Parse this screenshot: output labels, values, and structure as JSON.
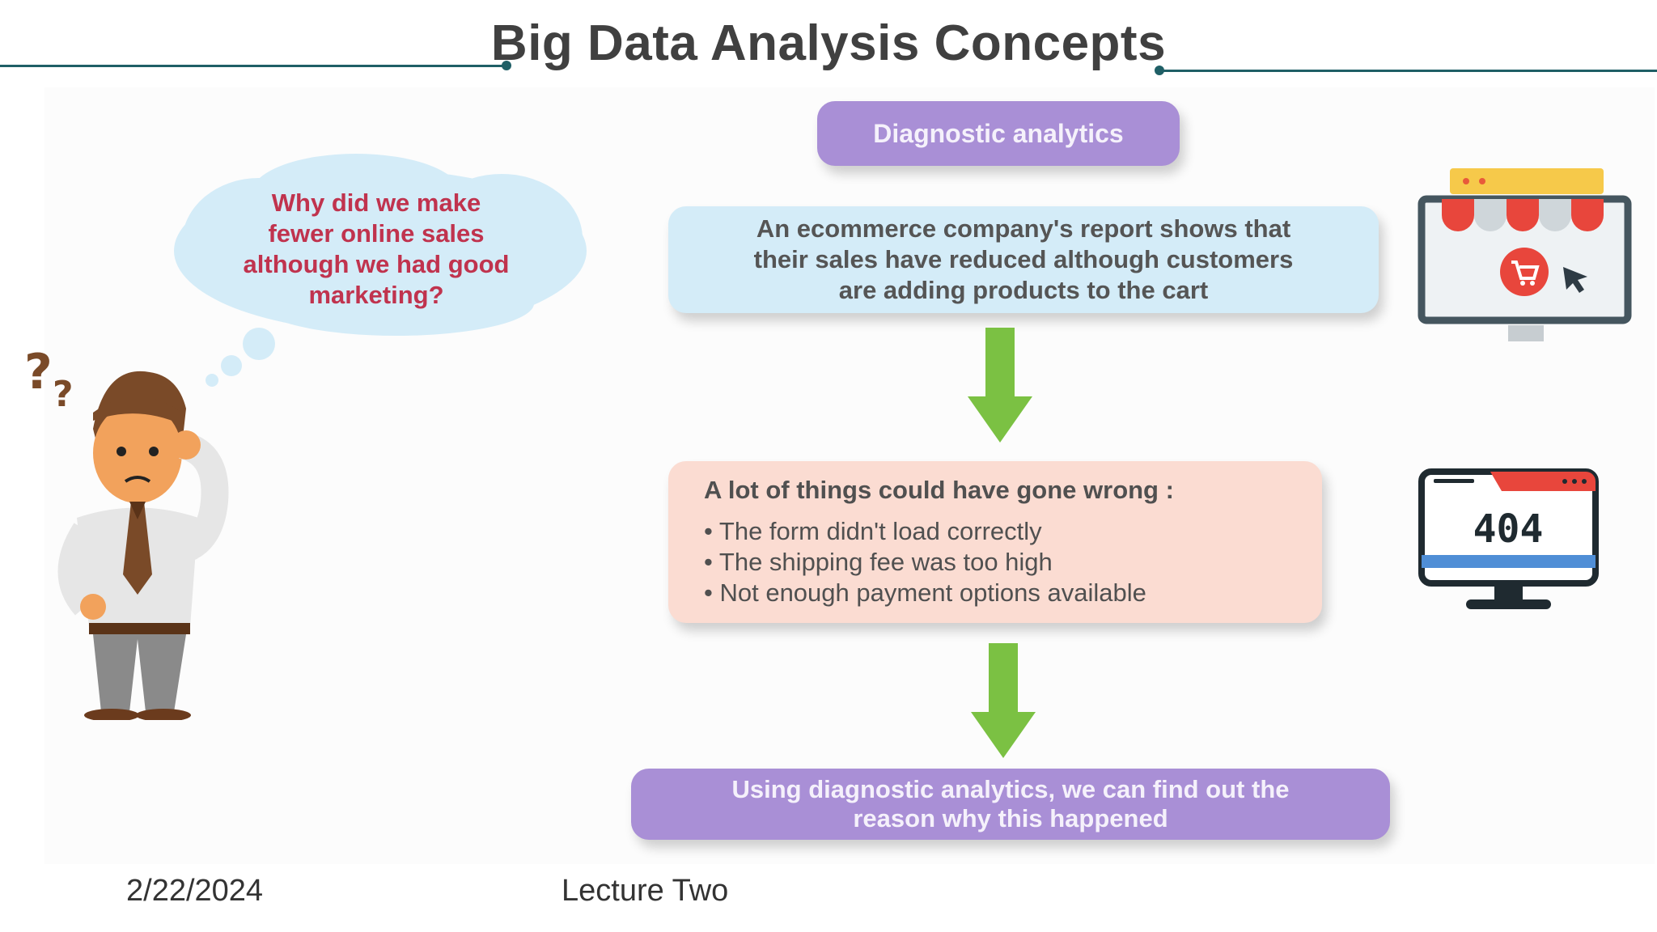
{
  "slide": {
    "title": "Big Data Analysis Concepts",
    "date": "2/22/2024",
    "footer_label": "Lecture Two"
  },
  "figure": {
    "thought_bubble": [
      "Why did we make",
      "fewer online sales",
      "although we had good",
      "marketing?"
    ],
    "header_box": "Diagnostic analytics",
    "scenario_box": [
      "An ecommerce company's report shows that",
      "their sales have reduced although customers",
      "are adding products to the cart"
    ],
    "causes_heading": "A lot of things could have gone wrong :",
    "causes": [
      "The form didn't load correctly",
      "The shipping fee was too high",
      "Not enough payment options available"
    ],
    "conclusion_box": [
      "Using diagnostic analytics, we can find out the",
      "reason why this happened"
    ],
    "error_screen_code": "404",
    "colors": {
      "accent_line": "#1f5f66",
      "purple_box": "#a98fd6",
      "blue_box": "#d4ecf8",
      "pink_box": "#fbdcd2",
      "arrow": "#7bc143",
      "question_text": "#c0334e"
    },
    "icons": [
      "confused-man-icon",
      "question-marks-icon",
      "online-store-monitor-icon",
      "error-404-monitor-icon",
      "down-arrow-icon"
    ]
  }
}
